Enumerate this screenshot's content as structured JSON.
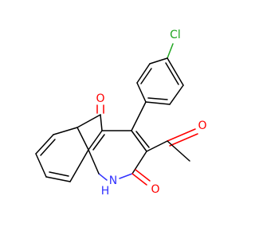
{
  "molecule": {
    "atoms": {
      "chlorine": {
        "text": "Cl",
        "color": "#1fa51f"
      },
      "ketone_o": {
        "text": "O",
        "color": "#ff0000"
      },
      "acetyl_o": {
        "text": "O",
        "color": "#ff0000"
      },
      "lactam_o": {
        "text": "O",
        "color": "#ff0000"
      },
      "nh": {
        "text": "N",
        "color": "#3232ff"
      },
      "nh_h": {
        "text": "H",
        "color": "#3232ff"
      }
    }
  }
}
